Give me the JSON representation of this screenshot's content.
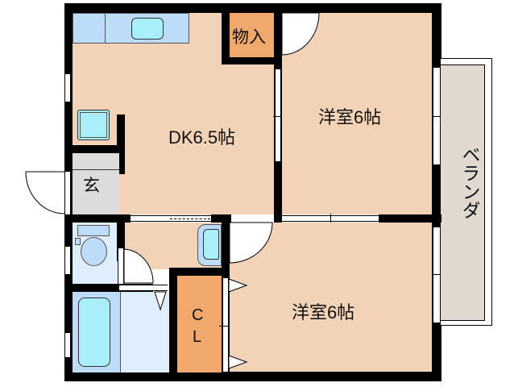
{
  "floorplan": {
    "rooms": {
      "dk": {
        "label": "DK6.5帖"
      },
      "western_room_upper": {
        "label": "洋室6帖"
      },
      "western_room_lower": {
        "label": "洋室6帖"
      },
      "storage": {
        "label": "物入"
      },
      "entrance": {
        "label": "玄"
      },
      "closet": {
        "label_c": "C",
        "label_l": "L"
      },
      "veranda": {
        "label": "ベランダ"
      }
    },
    "colors": {
      "floor": "#f2d3b7",
      "storage": "#f0a86c",
      "entrance": "#dcdcdc",
      "wet_area": "#dfeefa",
      "bath": "#bcdcf7",
      "fixture": "#a9eefa",
      "veranda": "#e1d8cf",
      "wall": "#000000"
    }
  }
}
